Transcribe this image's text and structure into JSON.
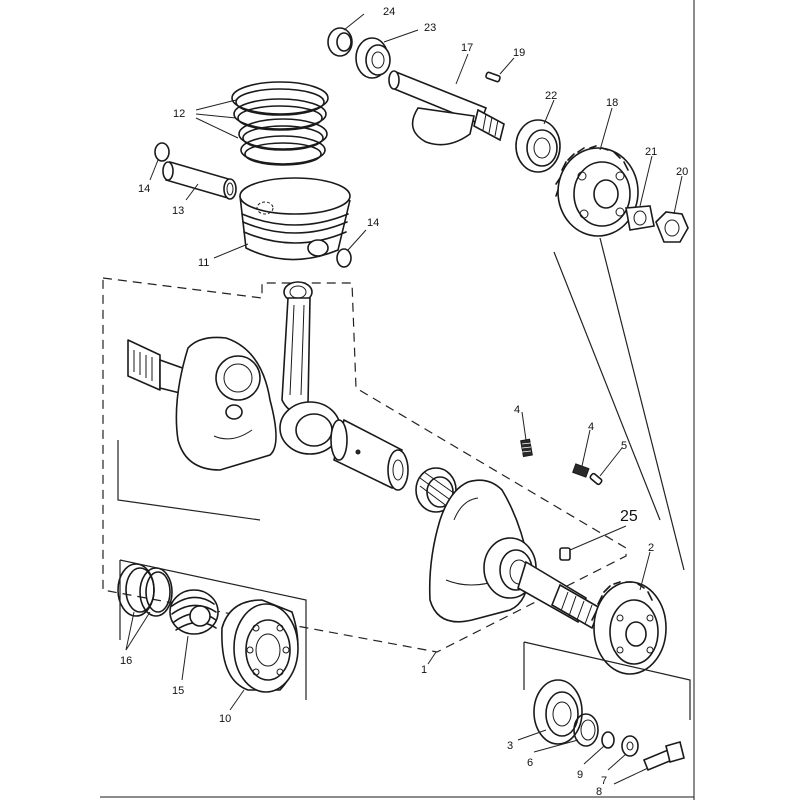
{
  "diagram": {
    "callouts": [
      {
        "id": "c24",
        "text": "24"
      },
      {
        "id": "c23",
        "text": "23"
      },
      {
        "id": "c17",
        "text": "17"
      },
      {
        "id": "c19",
        "text": "19"
      },
      {
        "id": "c22",
        "text": "22"
      },
      {
        "id": "c18",
        "text": "18"
      },
      {
        "id": "c21",
        "text": "21"
      },
      {
        "id": "c20",
        "text": "20"
      },
      {
        "id": "c12",
        "text": "12"
      },
      {
        "id": "c14a",
        "text": "14"
      },
      {
        "id": "c13",
        "text": "13"
      },
      {
        "id": "c14b",
        "text": "14"
      },
      {
        "id": "c11",
        "text": "11"
      },
      {
        "id": "c4a",
        "text": "4"
      },
      {
        "id": "c4b",
        "text": "4"
      },
      {
        "id": "c5",
        "text": "5"
      },
      {
        "id": "c25",
        "text": "25"
      },
      {
        "id": "c2",
        "text": "2"
      },
      {
        "id": "c16",
        "text": "16"
      },
      {
        "id": "c15",
        "text": "15"
      },
      {
        "id": "c10",
        "text": "10"
      },
      {
        "id": "c1",
        "text": "1"
      },
      {
        "id": "c3",
        "text": "3"
      },
      {
        "id": "c6",
        "text": "6"
      },
      {
        "id": "c9",
        "text": "9"
      },
      {
        "id": "c7",
        "text": "7"
      },
      {
        "id": "c8",
        "text": "8"
      }
    ]
  }
}
